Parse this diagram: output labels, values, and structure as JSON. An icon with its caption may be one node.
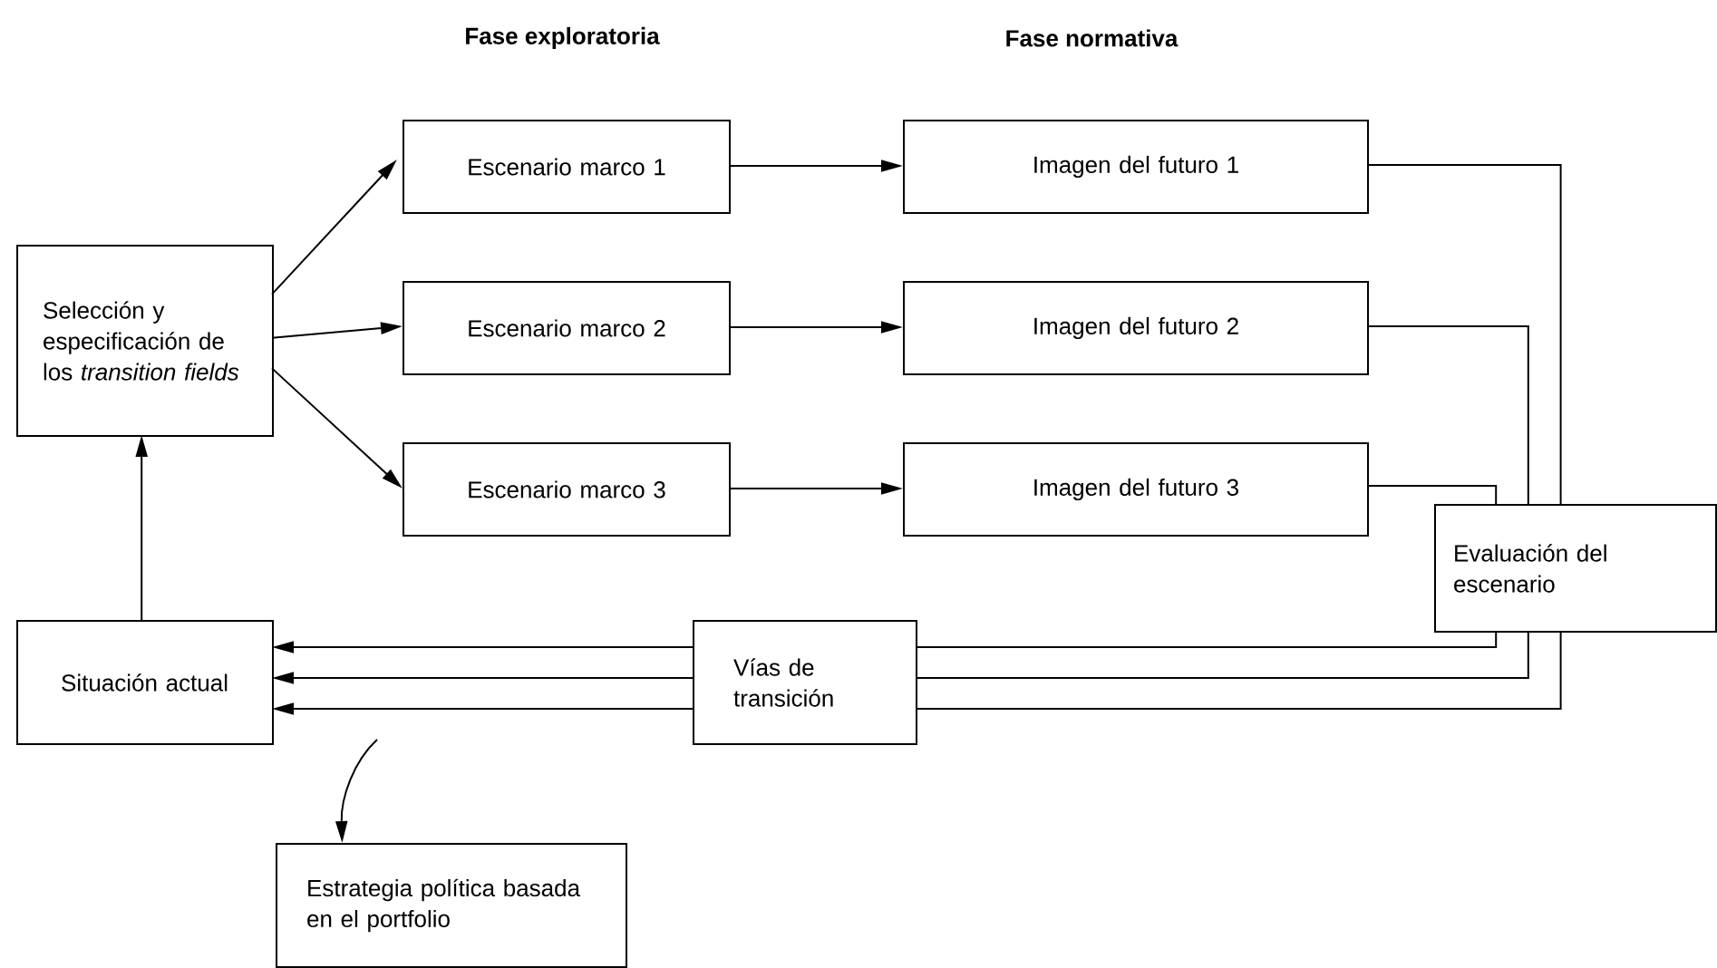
{
  "diagram": {
    "nodes": [
      {
        "text": [
          "Selección y especificación de los *transition fields*"
        ]
      },
      {
        "text": [
          "Escenario marco 1"
        ]
      },
      {
        "text": [
          "Escenario marco 2"
        ]
      },
      {
        "text": [
          "Escenario marco 3"
        ]
      },
      {
        "text": [
          "Imagen del futuro 1"
        ]
      },
      {
        "text": [
          "Imagen del futuro 2"
        ]
      },
      {
        "text": [
          "Imagen del futuro 3"
        ]
      },
      {
        "text": [
          "Evaluación del escenario"
        ]
      },
      {
        "text": [
          "Situación actual"
        ]
      },
      {
        "text": [
          "Vías de transición"
        ]
      },
      {
        "text": [
          "Estrategia política basada en el portfolio"
        ]
      }
    ],
    "edges": [
      {
        "from": 8,
        "to": 0,
        "arrow": "to"
      },
      {
        "from": 0,
        "to": 1,
        "arrow": "to"
      },
      {
        "from": 0,
        "to": 2,
        "arrow": "to"
      },
      {
        "from": 0,
        "to": 3,
        "arrow": "to"
      },
      {
        "from": 1,
        "to": 4,
        "arrow": "to"
      },
      {
        "from": 2,
        "to": 5,
        "arrow": "to"
      },
      {
        "from": 3,
        "to": 6,
        "arrow": "to"
      },
      {
        "from": 4,
        "to": 7,
        "arrow": "none"
      },
      {
        "from": 5,
        "to": 7,
        "arrow": "none"
      },
      {
        "from": 6,
        "to": 7,
        "arrow": "none"
      },
      {
        "from": 7,
        "to": 9,
        "arrow": "none"
      },
      {
        "from": 7,
        "to": 9,
        "arrow": "none"
      },
      {
        "from": 7,
        "to": 9,
        "arrow": "none"
      },
      {
        "from": 9,
        "to": 8,
        "arrow": "to"
      },
      {
        "from": 9,
        "to": 8,
        "arrow": "to"
      },
      {
        "from": 9,
        "to": 8,
        "arrow": "to"
      },
      {
        "from": null,
        "to": 10,
        "arrow": "to"
      }
    ],
    "labels": [
      "Fase exploratoria",
      "Fase normativa"
    ]
  }
}
